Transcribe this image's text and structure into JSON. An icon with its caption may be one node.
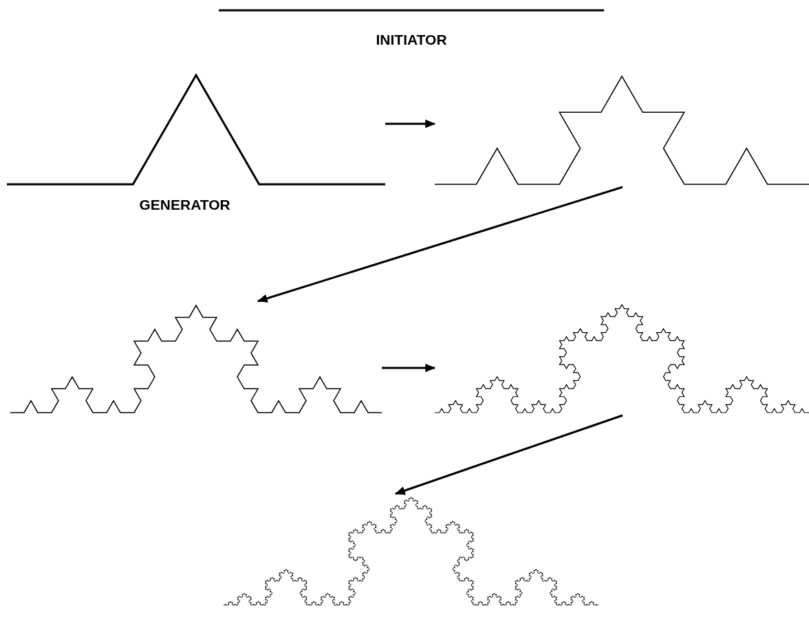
{
  "diagram": {
    "nodes": [
      {
        "text": [
          "INITIATOR"
        ]
      },
      {
        "text": [
          "GENERATOR"
        ]
      },
      {
        "text": [],
        "shape": "curve"
      },
      {
        "text": [],
        "shape": "curve"
      },
      {
        "text": [],
        "shape": "curve"
      },
      {
        "text": [],
        "shape": "curve"
      }
    ],
    "edges": [
      {
        "from": 1,
        "to": 2,
        "arrow": "to"
      },
      {
        "from": 2,
        "to": 3,
        "arrow": "to"
      },
      {
        "from": 3,
        "to": 4,
        "arrow": "to"
      },
      {
        "from": 4,
        "to": 5,
        "arrow": "to"
      }
    ]
  }
}
